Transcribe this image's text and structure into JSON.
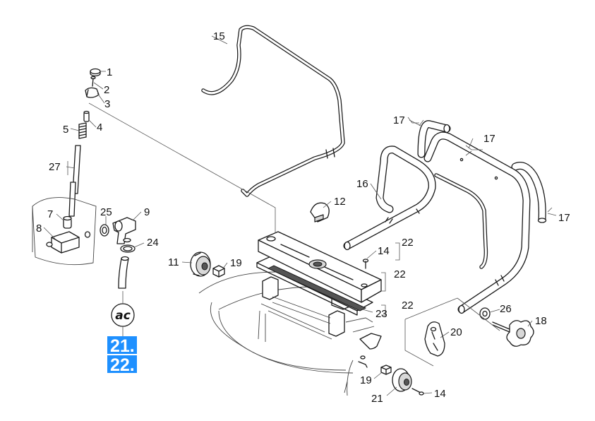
{
  "labels": [
    {
      "id": "l1",
      "text": "1"
    },
    {
      "id": "l2",
      "text": "2"
    },
    {
      "id": "l3",
      "text": "3"
    },
    {
      "id": "l4",
      "text": "4"
    },
    {
      "id": "l5",
      "text": "5"
    },
    {
      "id": "l27",
      "text": "27"
    },
    {
      "id": "l7",
      "text": "7"
    },
    {
      "id": "l8",
      "text": "8"
    },
    {
      "id": "l25",
      "text": "25"
    },
    {
      "id": "l9",
      "text": "9"
    },
    {
      "id": "l24",
      "text": "24"
    },
    {
      "id": "l15",
      "text": "15"
    },
    {
      "id": "l12",
      "text": "12"
    },
    {
      "id": "l11",
      "text": "11"
    },
    {
      "id": "l19a",
      "text": "19"
    },
    {
      "id": "l16",
      "text": "16"
    },
    {
      "id": "l17a",
      "text": "17"
    },
    {
      "id": "l17b",
      "text": "17"
    },
    {
      "id": "l17c",
      "text": "17"
    },
    {
      "id": "l14a",
      "text": "14"
    },
    {
      "id": "l22a",
      "text": "22"
    },
    {
      "id": "l22b",
      "text": "22"
    },
    {
      "id": "l22c",
      "text": "22"
    },
    {
      "id": "l23",
      "text": "23"
    },
    {
      "id": "l26",
      "text": "26"
    },
    {
      "id": "l18",
      "text": "18"
    },
    {
      "id": "l20",
      "text": "20"
    },
    {
      "id": "l19b",
      "text": "19"
    },
    {
      "id": "l21",
      "text": "21"
    },
    {
      "id": "l14b",
      "text": "14"
    }
  ],
  "ac_badge": "ac",
  "links": [
    {
      "id": "link21",
      "text": "21."
    },
    {
      "id": "link22",
      "text": "22."
    }
  ],
  "colors": {
    "link_bg": "#1e90ff",
    "link_text": "#ffffff",
    "line": "#1a1a1a"
  }
}
